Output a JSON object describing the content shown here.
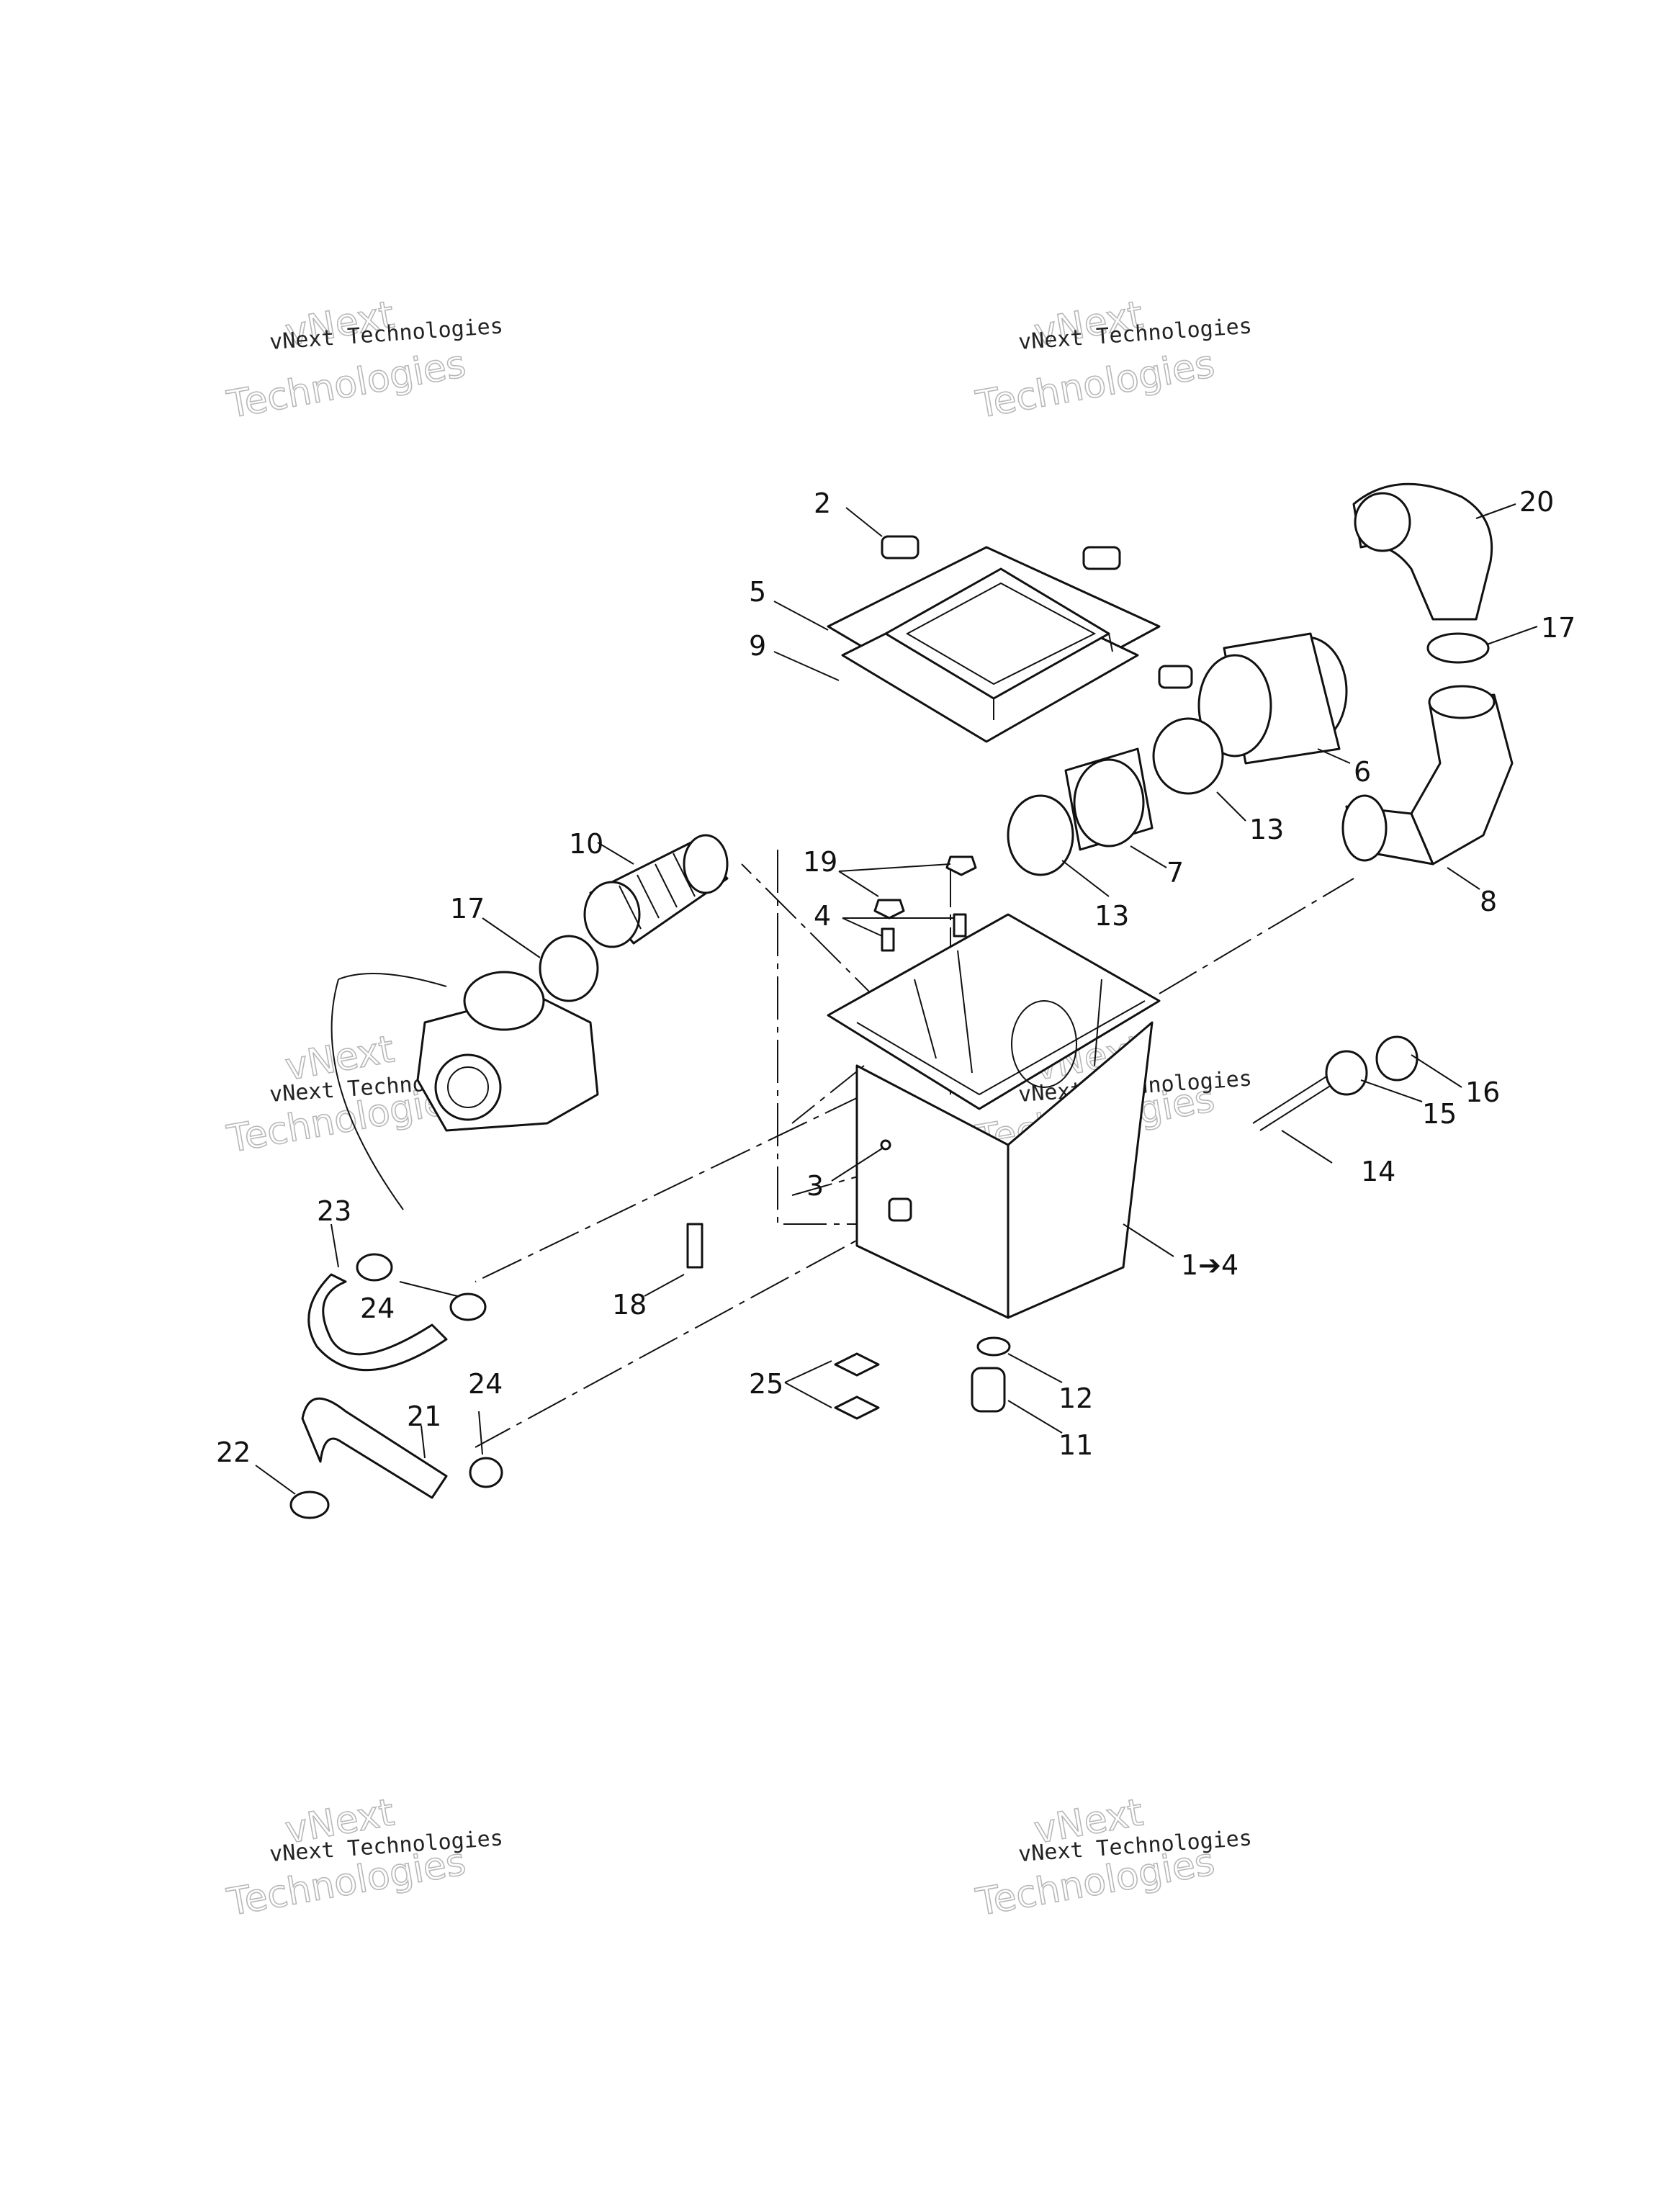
{
  "watermark": {
    "line1": "vNext Technologies",
    "line2_word1": "vNext",
    "line2_word2": "Technologies"
  },
  "callouts": {
    "c1": "1➔4",
    "c2": "2",
    "c3": "3",
    "c4": "4",
    "c5": "5",
    "c6": "6",
    "c7": "7",
    "c8": "8",
    "c9": "9",
    "c10": "10",
    "c11": "11",
    "c12": "12",
    "c13a": "13",
    "c13b": "13",
    "c14": "14",
    "c15": "15",
    "c16": "16",
    "c17a": "17",
    "c17b": "17",
    "c18": "18",
    "c19": "19",
    "c20": "20",
    "c21": "21",
    "c22": "22",
    "c23": "23",
    "c24a": "24",
    "c24b": "24",
    "c25": "25"
  }
}
